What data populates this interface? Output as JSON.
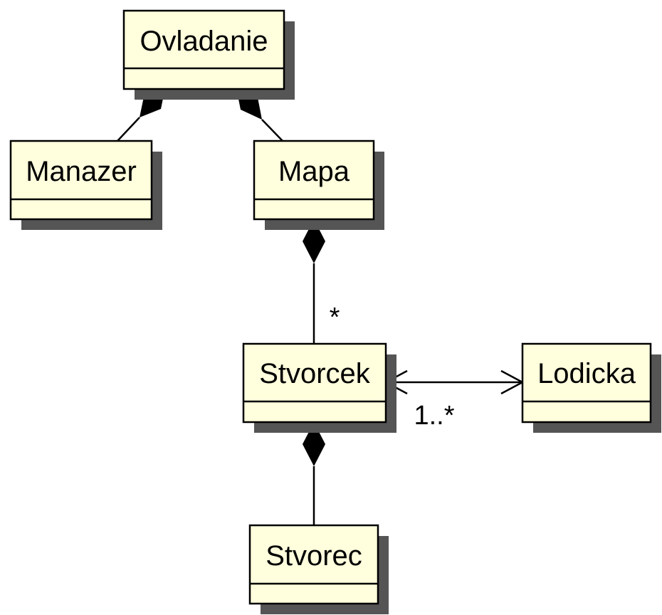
{
  "colors": {
    "class_fill": "#ffffdd",
    "class_stroke": "#000000",
    "shadow": "#555555",
    "line": "#000000"
  },
  "classes": {
    "ovladanie": "Ovladanie",
    "manazer": "Manazer",
    "mapa": "Mapa",
    "stvorcek": "Stvorcek",
    "lodicka": "Lodicka",
    "stvorec": "Stvorec"
  },
  "multiplicities": {
    "mapa_stvorcek": "*",
    "stvorcek_lodicka": "1..*"
  }
}
